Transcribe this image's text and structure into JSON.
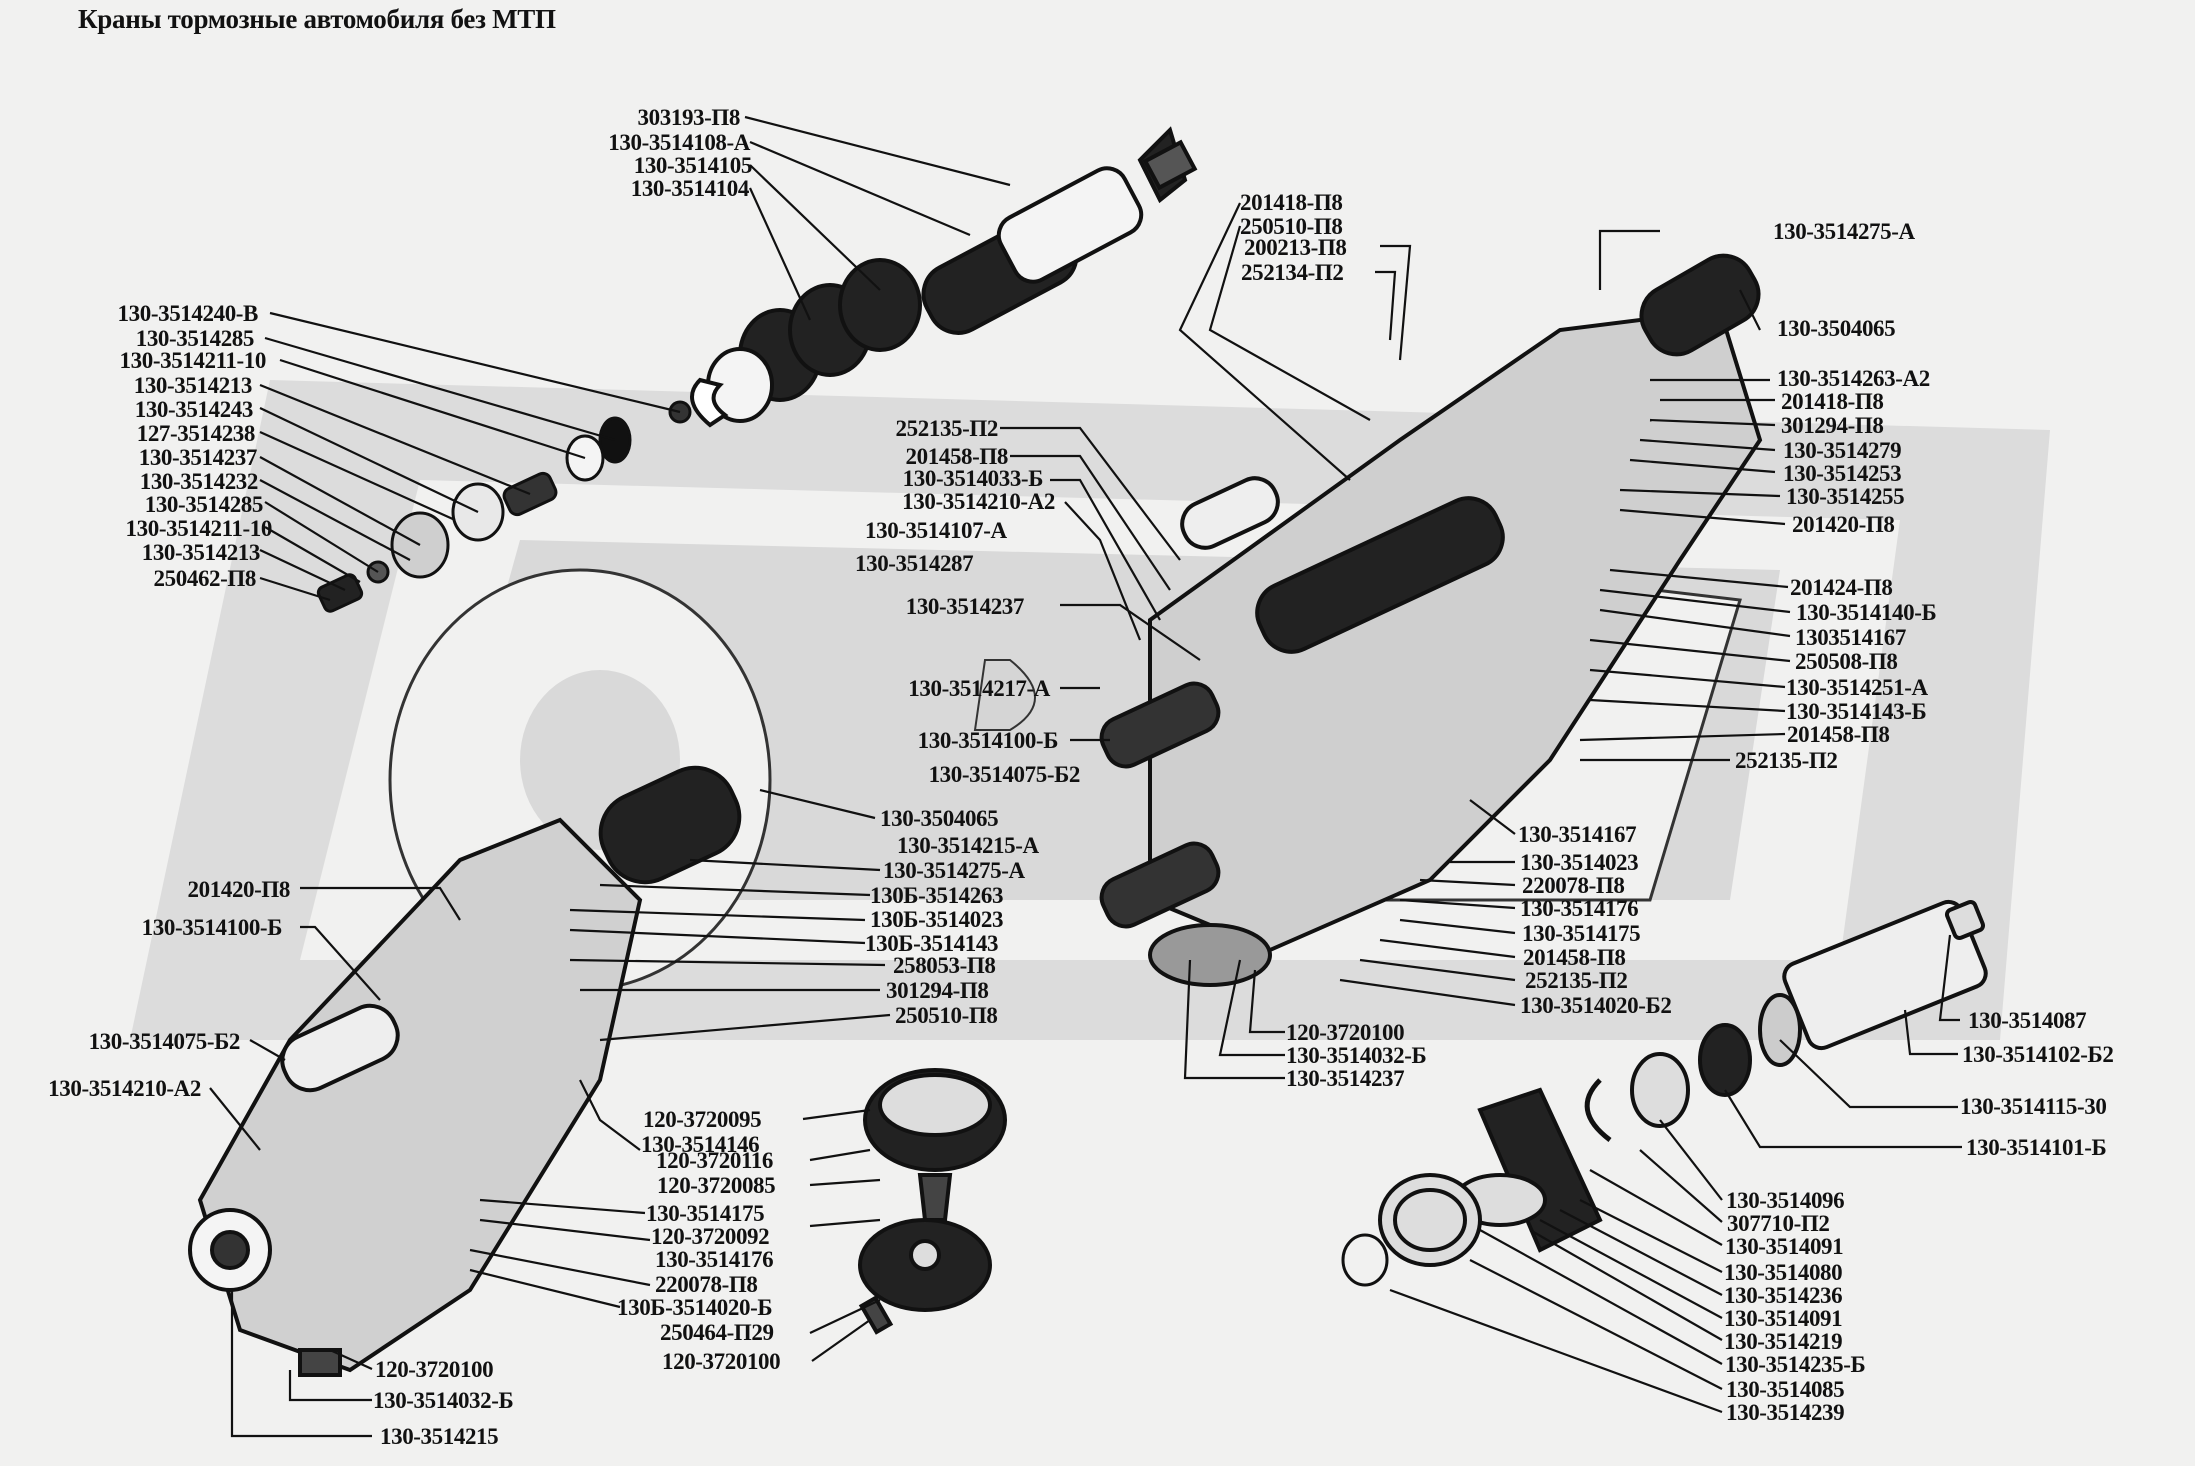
{
  "title": "Краны тормозные автомобиля без МТП",
  "colors": {
    "background": "#f1f1f0",
    "watermark": "#d9d9d9",
    "ink": "#111111"
  },
  "groups": {
    "top_spring_assembly": [
      "303193-П8",
      "130-3514108-А",
      "130-3514105",
      "130-3514104"
    ],
    "left_valve_parts": [
      "130-3514240-В",
      "130-3514285",
      "130-3514211-10",
      "130-3514213",
      "130-3514243",
      "127-3514238",
      "130-3514237",
      "130-3514232",
      "130-3514285",
      "130-3514211-10",
      "130-3514213",
      "250462-П8"
    ],
    "main_assembly_top": [
      "201418-П8",
      "250510-П8",
      "200213-П8",
      "252134-П2",
      "130-3514275-А",
      "130-3504065"
    ],
    "main_assembly_left": [
      "252135-П2",
      "201458-П8",
      "130-3514033-Б",
      "130-3514210-А2",
      "130-3514107-А",
      "130-3514287",
      "130-3514237",
      "130-3514217-А",
      "130-3514100-Б",
      "130-3514075-Б2"
    ],
    "main_assembly_right": [
      "130-3514263-А2",
      "201418-П8",
      "301294-П8",
      "130-3514279",
      "130-3514253",
      "130-3514255",
      "201420-П8",
      "201424-П8",
      "130-3514140-Б",
      "1303514167",
      "250508-П8",
      "130-3514251-А",
      "130-3514143-Б",
      "201458-П8",
      "252135-П2"
    ],
    "main_assembly_bottom": [
      "130-3514167",
      "130-3514023",
      "220078-П8",
      "130-3514176",
      "130-3514175",
      "201458-П8",
      "252135-П2",
      "130-3514020-Б2",
      "120-3720100",
      "130-3514032-Б",
      "130-3514237"
    ],
    "lower_left_assembly": [
      "130-3504065",
      "130-3514215-А",
      "130-3514275-А",
      "130Б-3514263",
      "130Б-3514023",
      "130Б-3514143",
      "258053-П8",
      "301294-П8",
      "250510-П8",
      "201420-П8",
      "130-3514100-Б",
      "130-3514075-Б2",
      "130-3514210-А2"
    ],
    "lower_left_bottom": [
      "130-3514146",
      "130-3514175",
      "130-3514176",
      "220078-П8",
      "130Б-3514020-Б",
      "120-3720100",
      "130-3514032-Б",
      "130-3514215"
    ],
    "diaphragm_stack": [
      "120-3720095",
      "120-3720116",
      "120-3720085",
      "120-3720092",
      "250464-П29",
      "120-3720100"
    ],
    "right_cylinder": [
      "130-3514087",
      "130-3514102-Б2",
      "130-3514115-30",
      "130-3514101-Б"
    ],
    "bottom_right_parts": [
      "130-3514096",
      "307710-П2",
      "130-3514091",
      "130-3514080",
      "130-3514236",
      "130-3514091",
      "130-3514219",
      "130-3514235-Б",
      "130-3514085",
      "130-3514239"
    ]
  }
}
